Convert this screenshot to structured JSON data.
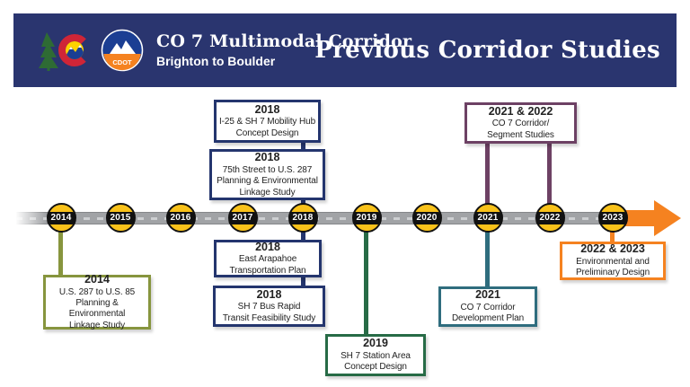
{
  "header": {
    "title": "CO 7 Multimodal Corridor",
    "subtitle": "Brighton to Boulder",
    "right_title": "Previous Corridor Studies",
    "bg_color": "#2a356f",
    "cdot_label": "CDOT"
  },
  "timeline": {
    "years": [
      "2014",
      "2015",
      "2016",
      "2017",
      "2018",
      "2019",
      "2020",
      "2021",
      "2022",
      "2023"
    ],
    "node_color": "#f9c21a",
    "road_color": "#a1a3a6",
    "arrow_color": "#f58220"
  },
  "studies": [
    {
      "year": "2014",
      "lines": [
        "U.S. 287 to U.S. 85",
        "Planning & Environmental",
        "Linkage Study"
      ],
      "color": "#87953e",
      "side": "below"
    },
    {
      "year": "2018",
      "lines": [
        "I-25 & SH 7 Mobility Hub",
        "Concept Design"
      ],
      "color": "#24356e",
      "side": "above"
    },
    {
      "year": "2018",
      "lines": [
        "75th Street to U.S. 287",
        "Planning & Environmental",
        "Linkage Study"
      ],
      "color": "#24356e",
      "side": "above"
    },
    {
      "year": "2018",
      "lines": [
        "East Arapahoe",
        "Transportation Plan"
      ],
      "color": "#24356e",
      "side": "below"
    },
    {
      "year": "2018",
      "lines": [
        "SH 7 Bus Rapid",
        "Transit Feasibility Study"
      ],
      "color": "#24356e",
      "side": "below"
    },
    {
      "year": "2019",
      "lines": [
        "SH 7 Station Area",
        "Concept Design"
      ],
      "color": "#276b46",
      "side": "below"
    },
    {
      "year": "2021 & 2022",
      "lines": [
        "CO 7 Corridor/",
        "Segment Studies"
      ],
      "color": "#6d4164",
      "side": "above"
    },
    {
      "year": "2021",
      "lines": [
        "CO 7 Corridor",
        "Development Plan"
      ],
      "color": "#2f6d7e",
      "side": "below"
    },
    {
      "year": "2022 & 2023",
      "lines": [
        "Environmental and",
        "Preliminary Design"
      ],
      "color": "#f58220",
      "side": "below"
    }
  ]
}
